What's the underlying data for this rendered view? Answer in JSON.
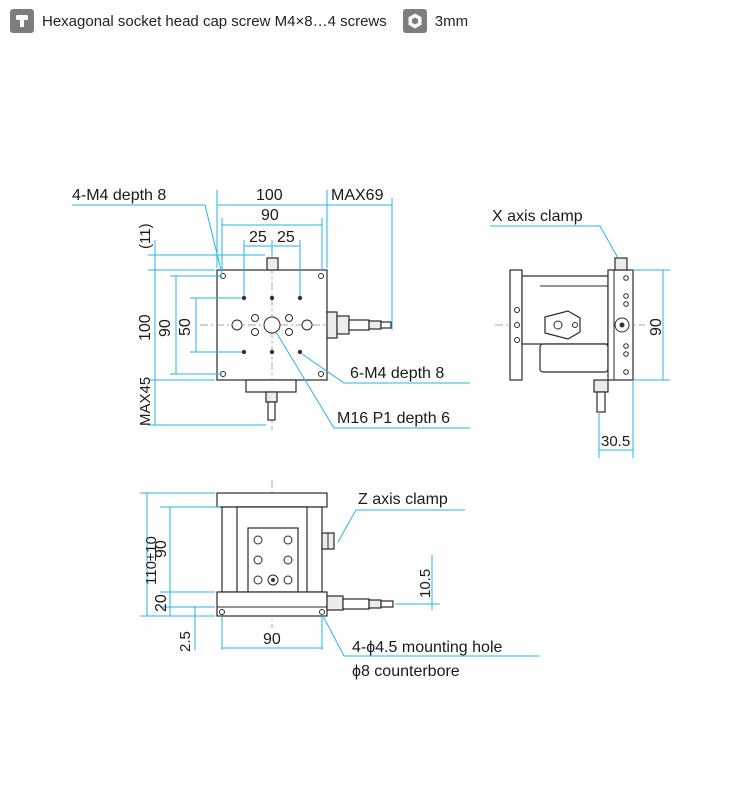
{
  "header": {
    "screw_icon": "socket-head-screw-icon",
    "screw_text": "Hexagonal socket head cap screw M4×8…4 screws",
    "hex_icon": "hex-key-icon",
    "hex_text": "3mm"
  },
  "top_view": {
    "dim_100_width": "100",
    "dim_90_width": "90",
    "dim_25_left": "25",
    "dim_25_right": "25",
    "dim_max69": "MAX69",
    "dim_11": "(11)",
    "dim_100_height": "100",
    "dim_90_height": "90",
    "dim_50": "50",
    "dim_max45": "MAX45",
    "label_4m4": "4-M4 depth 8",
    "label_6m4": "6-M4 depth 8",
    "label_m16": "M16 P1 depth 6"
  },
  "side_view": {
    "label_x_clamp": "X axis clamp",
    "dim_90": "90",
    "dim_30_5": "30.5"
  },
  "front_view": {
    "dim_110": "110±10",
    "dim_90_v": "90",
    "dim_20": "20",
    "dim_2_5": "2.5",
    "dim_90_h": "90",
    "dim_10_5": "10.5",
    "label_z_clamp": "Z axis clamp",
    "label_mount_1": "4-ϕ4.5 mounting hole",
    "label_mount_2": "ϕ8 counterbore"
  },
  "colors": {
    "dimension_line": "#25b4e8",
    "outline": "#2a2a2a",
    "chip": "#7d7d7d"
  }
}
